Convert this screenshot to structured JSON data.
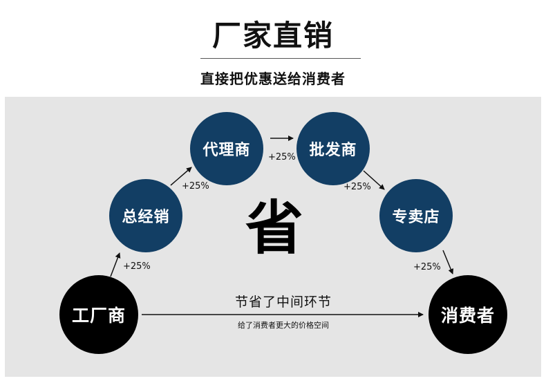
{
  "header": {
    "title": "厂家直销",
    "subtitle": "直接把优惠送给消费者"
  },
  "nodes": {
    "factory": "工厂商",
    "general_distributor": "总经销",
    "agent": "代理商",
    "wholesaler": "批发商",
    "store": "专卖店",
    "consumer": "消费者"
  },
  "markups": {
    "step1": "+25%",
    "step2": "+25%",
    "step3": "+25%",
    "step4": "+25%",
    "step5": "+25%"
  },
  "center_char": "省",
  "middle": {
    "line1": "节省了中间环节",
    "line2": "给了消费者更大的价格空间"
  },
  "colors": {
    "node_blue": "#123e64",
    "node_black": "#000000",
    "panel_bg": "#e5e5e5"
  }
}
